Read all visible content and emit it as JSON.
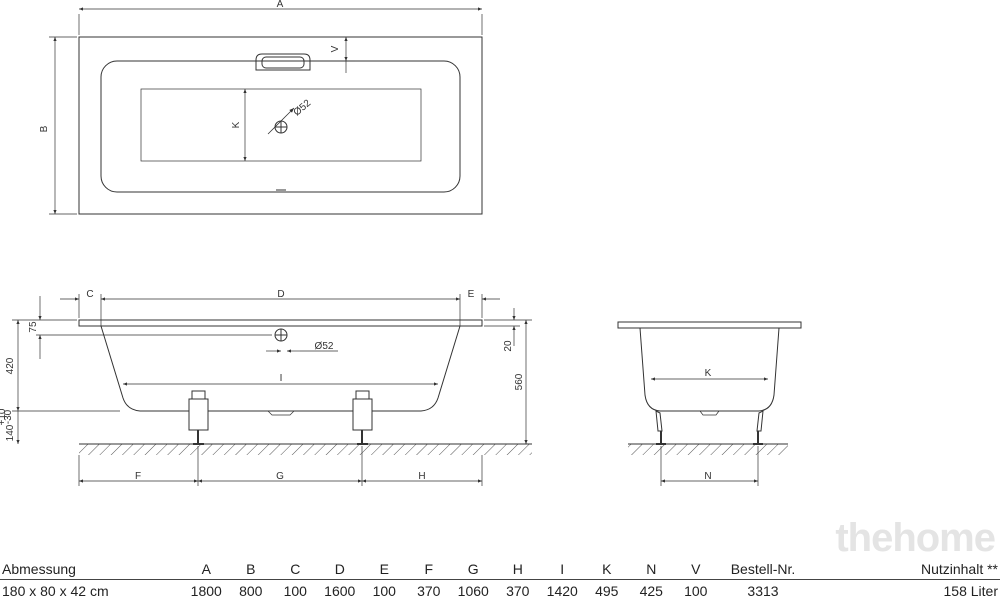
{
  "labels": {
    "A": "A",
    "B": "B",
    "V": "V",
    "K": "K",
    "diam": "Ø52",
    "C": "C",
    "D": "D",
    "E": "E",
    "F": "F",
    "G": "G",
    "H": "H",
    "I": "I",
    "N": "N",
    "h75": "75",
    "h420": "420",
    "h140": "140",
    "tol_plus": "+10",
    "tol_minus": "-30",
    "h20": "20",
    "h560": "560"
  },
  "watermark": "thehome",
  "table": {
    "headers": [
      "Abmessung",
      "A",
      "B",
      "C",
      "D",
      "E",
      "F",
      "G",
      "H",
      "I",
      "K",
      "N",
      "V",
      "Bestell-Nr.",
      "Nutzinhalt **"
    ],
    "row": [
      "180 x 80 x 42 cm",
      "1800",
      "800",
      "100",
      "1600",
      "100",
      "370",
      "1060",
      "370",
      "1420",
      "495",
      "425",
      "100",
      "3313",
      "158 Liter"
    ]
  }
}
